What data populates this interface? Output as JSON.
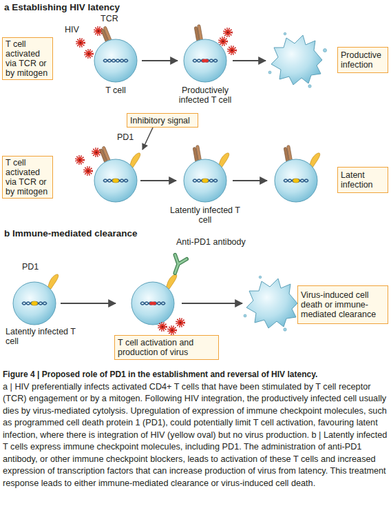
{
  "diagram": {
    "title": "Figure 4 | Proposed role of PD1 in the establishment and reversal of HIV latency.",
    "caption": "a | HIV preferentially infects activated CD4+ T cells that have been stimulated by T cell receptor (TCR) engagement or by a mitogen. Following HIV integration, the productively infected cell usually dies by virus-mediated cytolysis. Upregulation of expression of immune checkpoint molecules, such as programmed cell death protein 1 (PD1), could potentially limit T cell activation, favouring latent infection, where there is integration of HIV (yellow oval) but no virus production. b | Latently infected T cells express immune checkpoint molecules, including PD1. The administration of anti-PD1 antibody, or other immune checkpoint blockers, leads to activation of these T cells and increased expression of transcription factors that can increase production of virus from latency. This treatment response leads to either immune-mediated clearance or virus-induced cell death.",
    "nodes": [
      {
        "text": [
          "T cell activated via TCR or by mitogen"
        ]
      },
      {
        "text": [
          "T cell"
        ]
      },
      {
        "text": [
          "Productively infected T cell"
        ]
      },
      {
        "text": [
          "Productive infection"
        ]
      },
      {
        "text": [
          "Inhibitory signal"
        ]
      },
      {
        "text": [
          "T cell activated via TCR or by mitogen"
        ]
      },
      {
        "text": [
          "Latently infected T cell"
        ]
      },
      {
        "text": [
          "Latent infection"
        ]
      },
      {
        "text": [
          "Latently infected T cell"
        ]
      },
      {
        "text": [
          "T cell activation and production of virus"
        ]
      },
      {
        "text": [
          "Virus-induced cell death or immune-mediated clearance"
        ]
      }
    ],
    "edges": [
      {
        "from": 1,
        "to": 2,
        "arrow": "to"
      }
    ],
    "labels": [
      "a Establishing HIV latency",
      "HIV",
      "TCR",
      "PD1",
      "b Immune-mediated clearance",
      "Anti-PD1 antibody",
      "PD1"
    ]
  }
}
